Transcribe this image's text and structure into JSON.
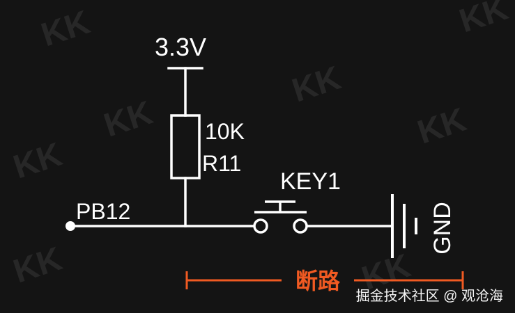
{
  "diagram": {
    "supply_label": "3.3V",
    "resistor_value": "10K",
    "resistor_ref": "R11",
    "pin_label": "PB12",
    "switch_label": "KEY1",
    "ground_label": "GND",
    "state_label": "断路",
    "watermark_text": "KK",
    "credit": "掘金技术社区 @ 观沧海"
  },
  "colors": {
    "background": "#141414",
    "wire": "#ffffff",
    "text": "#ffffff",
    "accent": "#f05a22",
    "watermark": "#2a2a2a"
  }
}
